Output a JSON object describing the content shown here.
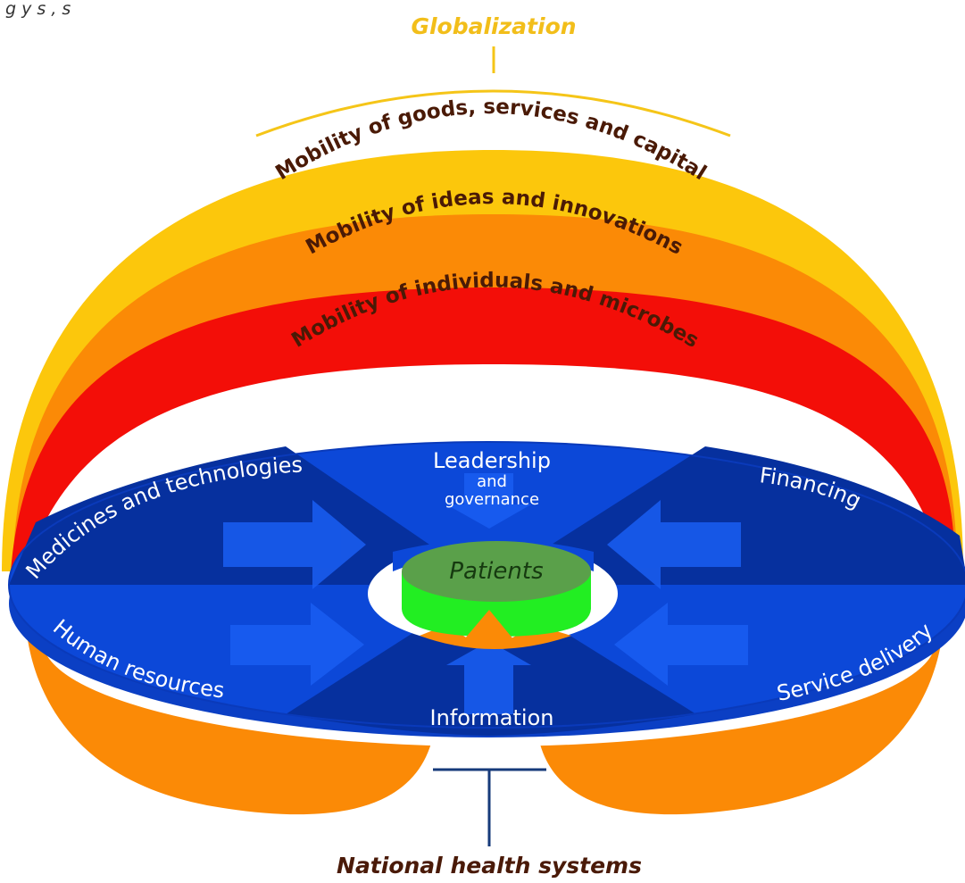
{
  "caption_fragment": "g y s , s",
  "titles": {
    "globalization": "Globalization",
    "national": "National health systems"
  },
  "bands": [
    {
      "label": "Mobility of goods, services and capital",
      "color": "#fcc70c"
    },
    {
      "label": "Mobility of ideas and innovations",
      "color": "#fb8a06"
    },
    {
      "label": "Mobility of individuals and microbes",
      "color": "#f30e08"
    }
  ],
  "building_blocks": {
    "leadership_line1": "Leadership",
    "leadership_line2": "and",
    "leadership_line3": "governance",
    "medicines": "Medicines and technologies",
    "financing": "Financing",
    "human_resources": "Human resources",
    "service_delivery": "Service delivery",
    "information": "Information"
  },
  "center": {
    "label": "Patients"
  },
  "colors": {
    "disc_light": "#0c48d8",
    "disc_dark": "#06309e",
    "disc_rim": "#0b3fc4",
    "patients_top": "#5aa04a",
    "patients_side": "#22ee22",
    "arrow": "#1a5ef2",
    "lower_orange": "#fb8a06"
  }
}
